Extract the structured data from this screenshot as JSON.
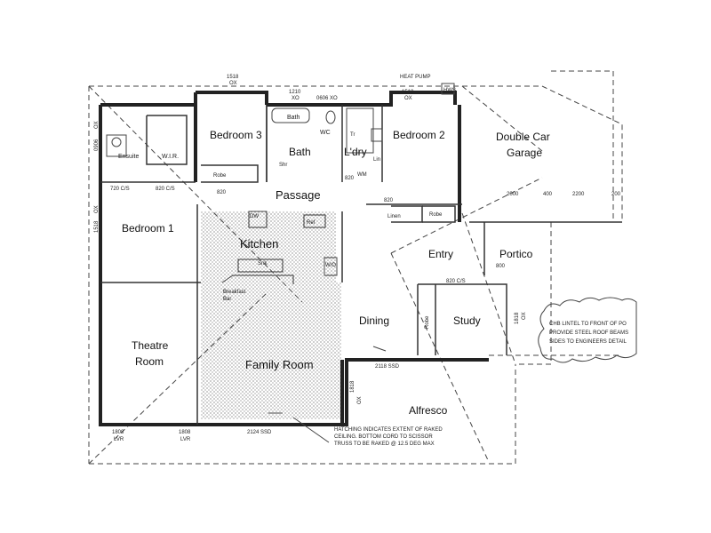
{
  "rooms": {
    "bedroom3": "Bedroom 3",
    "bedroom2": "Bedroom 2",
    "bedroom1": "Bedroom 1",
    "ensuite": "Ensuite",
    "wir": "W.I.R.",
    "bath": "Bath",
    "bath_tub": "Bath",
    "wc": "WC",
    "ldry": "L'dry",
    "passage": "Passage",
    "kitchen": "Kitchen",
    "entry": "Entry",
    "portico": "Portico",
    "double_car_garage_1": "Double Car",
    "double_car_garage_2": "Garage",
    "dining": "Dining",
    "study": "Study",
    "theatre_room_1": "Theatre",
    "theatre_room_2": "Room",
    "family_room": "Family Room",
    "alfresco": "Alfresco",
    "robe_bed3": "Robe",
    "robe_bed2": "Robe",
    "robe_study": "Robe",
    "linen": "Linen",
    "breakfast_bar_1": "Breakfast",
    "breakfast_bar_2": "Bar",
    "shr": "Shr",
    "tr": "Tr",
    "lin": "Lin"
  },
  "labels": {
    "heat_pump": "HEAT PUMP",
    "hws": "HWS",
    "d_1518_top": "1518",
    "ox_top": "OX",
    "d_1210": "1210",
    "xo_1210": "XO",
    "d_0606": "0606 XO",
    "d_1518_bed2": "1518",
    "ox_bed2": "OX",
    "d_0906": "0906",
    "ox_left": "OX",
    "d_720": "720 C/S",
    "d_820_cs": "820 C/S",
    "d_820_robe": "820",
    "d_820_pass": "820",
    "d_820_bed2": "820",
    "d_1518_left": "1518",
    "ox_left2": "OX",
    "d_2000": "2000",
    "d_400": "400",
    "d_2200": "2200",
    "d_200": "200",
    "d_820_cs_study": "820 C/S",
    "d_800": "800",
    "d_1818": "1818",
    "ox_study": "OX",
    "d_2118": "2118 SSD",
    "d_1818_fam": "1818",
    "ox_fam": "OX",
    "d_2124": "2124 SSD",
    "d_1808_a": "1808",
    "lvr_a": "LVR",
    "d_1808_b": "1808",
    "lvr_b": "LVR",
    "dw": "DW",
    "sink": "Snk",
    "ref": "Ref",
    "wo": "W/O",
    "wm": "WM"
  },
  "notes": {
    "hatching_1": "HATCHING INDICATES EXTENT OF RAKED",
    "hatching_2": "CEILING. BOTTOM CORD TO SCISSOR",
    "hatching_3": "TRUSS TO BE RAKED @ 12.5 DEG MAX",
    "lintel_1": "CHB LINTEL TO FRONT OF PO",
    "lintel_2": "PROVIDE STEEL ROOF BEAMS",
    "lintel_3": "SIDES TO ENGINEERS DETAIL"
  }
}
